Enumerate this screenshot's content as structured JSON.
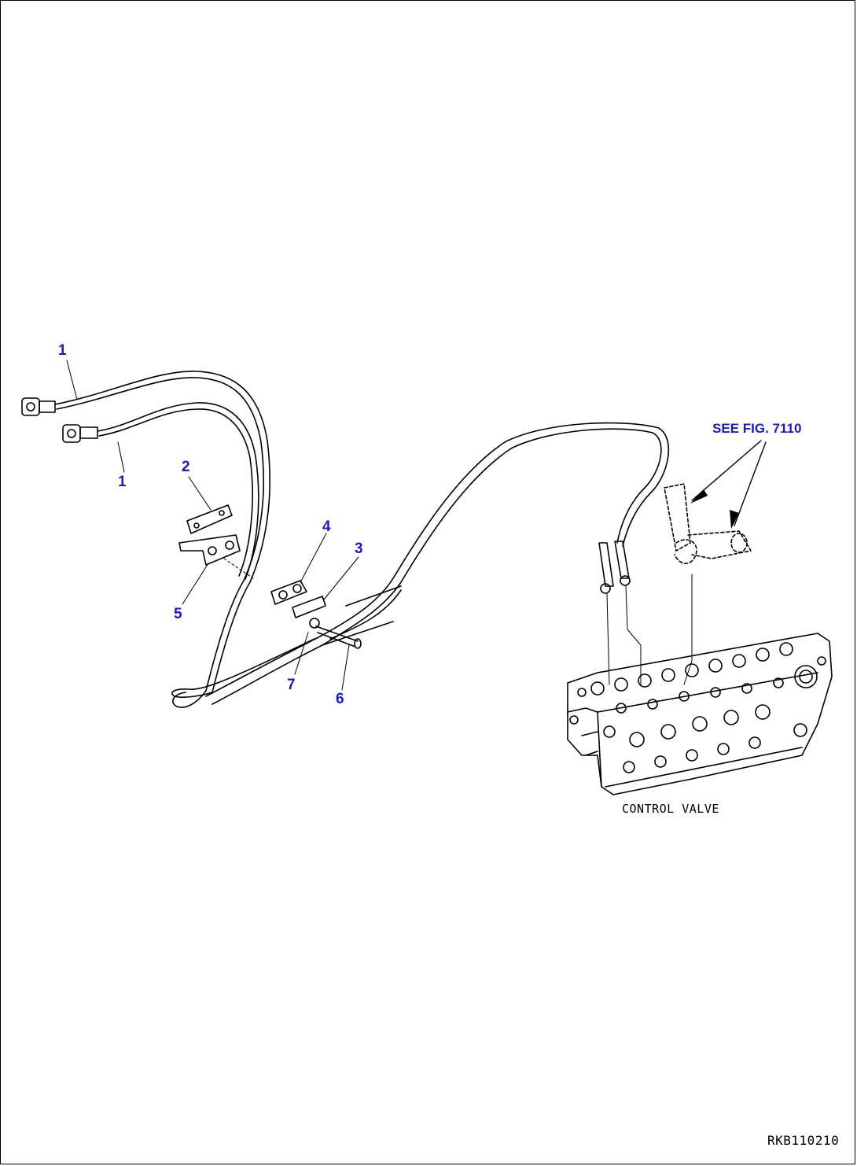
{
  "figure": {
    "callouts": [
      {
        "id": "c1a",
        "text": "1"
      },
      {
        "id": "c1b",
        "text": "1"
      },
      {
        "id": "c2",
        "text": "2"
      },
      {
        "id": "c3",
        "text": "3"
      },
      {
        "id": "c4",
        "text": "4"
      },
      {
        "id": "c5",
        "text": "5"
      },
      {
        "id": "c6",
        "text": "6"
      },
      {
        "id": "c7",
        "text": "7"
      }
    ],
    "reference_note": "SEE FIG. 7110",
    "component_label": "CONTROL VALVE",
    "drawing_number": "RKB110210",
    "colors": {
      "callout": "#1a1acc",
      "line": "#000000",
      "background": "#ffffff"
    }
  }
}
